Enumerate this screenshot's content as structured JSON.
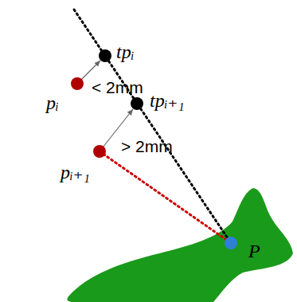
{
  "diagram": {
    "labels": [
      "tpᵢ",
      "pᵢ",
      "< 2mm",
      "tpᵢ₊₁",
      "pᵢ₊₁",
      "> 2mm",
      "P"
    ]
  }
}
